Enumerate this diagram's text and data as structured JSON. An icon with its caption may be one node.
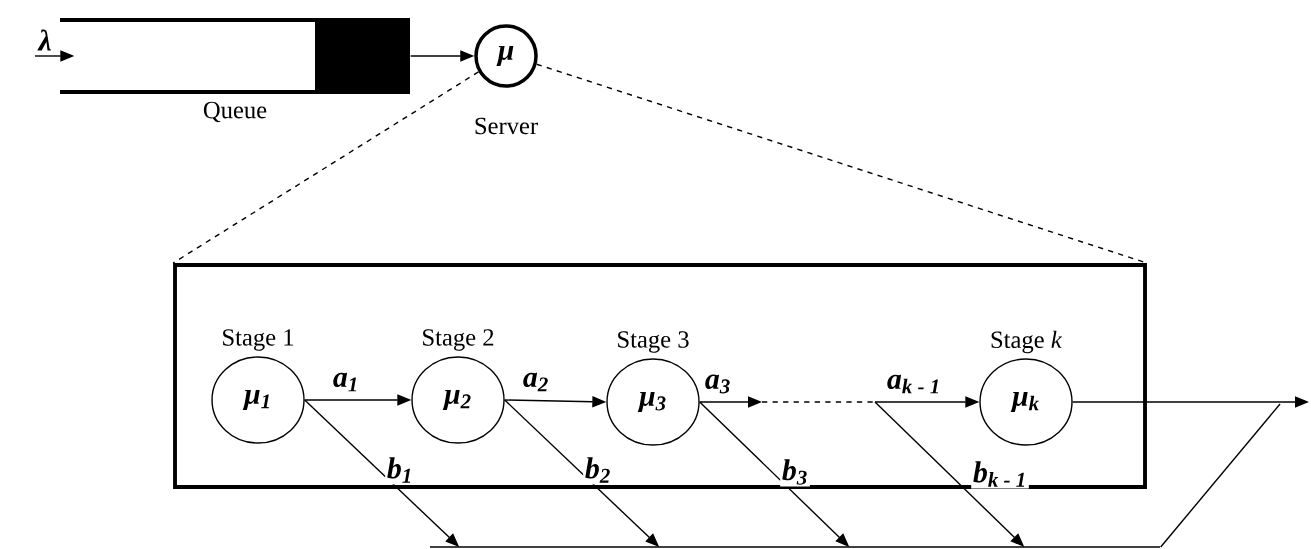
{
  "diagram": {
    "nodes": [
      {
        "text": [
          "Queue"
        ]
      },
      {
        "text": [
          "μ",
          "Server"
        ]
      },
      {
        "text": [],
        "shape": "box"
      },
      {
        "text": [
          "Stage 1",
          "μ$_{1}$"
        ],
        "in": 2
      },
      {
        "text": [
          "Stage 2",
          "μ$_{2}$"
        ],
        "in": 2
      },
      {
        "text": [
          "Stage 3",
          "μ$_{3}$"
        ],
        "in": 2
      },
      {
        "text": [
          "Stage *k*",
          "μ$_{k}$"
        ],
        "in": 2
      },
      {
        "text": [],
        "shape": "bar"
      }
    ],
    "edges": [
      {
        "from": null,
        "to": 0,
        "arrow": "to",
        "label": "λ"
      },
      {
        "from": 0,
        "to": 1,
        "arrow": "to"
      },
      {
        "from": 1,
        "to": 2,
        "arrow": "none",
        "style": "dashed"
      },
      {
        "from": 1,
        "to": 2,
        "arrow": "none",
        "style": "dashed"
      },
      {
        "from": 3,
        "to": 4,
        "arrow": "to",
        "label": "a$_{1}$"
      },
      {
        "from": 4,
        "to": 5,
        "arrow": "to",
        "label": "a$_{2}$"
      },
      {
        "from": 5,
        "to": null,
        "arrow": "to",
        "label": "a$_{3}$"
      },
      {
        "from": null,
        "to": 6,
        "arrow": "to",
        "label": "a$_{k - 1}$"
      },
      {
        "from": 3,
        "to": 7,
        "arrow": "to",
        "label": "b$_{1}$"
      },
      {
        "from": 4,
        "to": 7,
        "arrow": "to",
        "label": "b$_{2}$"
      },
      {
        "from": 5,
        "to": 7,
        "arrow": "to",
        "label": "b$_{3}$"
      },
      {
        "from": null,
        "to": 7,
        "arrow": "to",
        "label": "b$_{k - 1}$"
      },
      {
        "from": 6,
        "to": null,
        "arrow": "to"
      },
      {
        "from": 7,
        "to": null,
        "arrow": "none"
      }
    ]
  }
}
